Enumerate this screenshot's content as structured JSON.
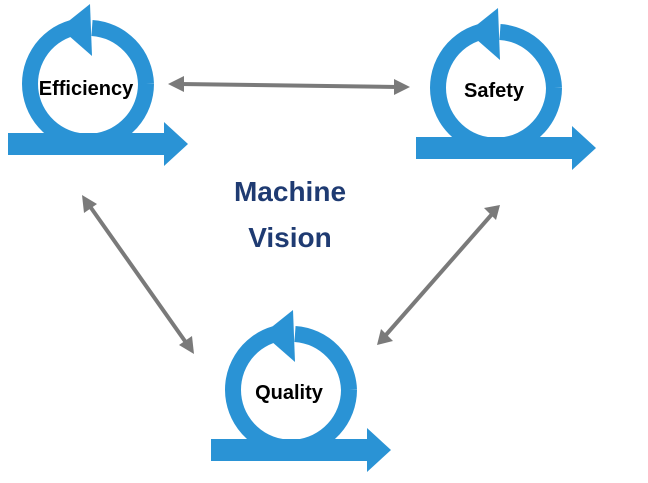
{
  "diagram": {
    "center_title": {
      "line1": "Machine",
      "line2": "Vision"
    },
    "nodes": [
      {
        "id": "efficiency",
        "label": "Efficiency"
      },
      {
        "id": "safety",
        "label": "Safety"
      },
      {
        "id": "quality",
        "label": "Quality"
      }
    ],
    "links": [
      {
        "from": "efficiency",
        "to": "safety",
        "direction": "both"
      },
      {
        "from": "efficiency",
        "to": "quality",
        "direction": "both"
      },
      {
        "from": "safety",
        "to": "quality",
        "direction": "both"
      }
    ],
    "icons": {
      "cycle": "circular-arrow-icon",
      "connector": "double-arrow-icon"
    },
    "colors": {
      "cycle_blue": "#2a93d5",
      "connector_gray": "#7a7a7a",
      "title_navy": "#1f3b72"
    }
  }
}
